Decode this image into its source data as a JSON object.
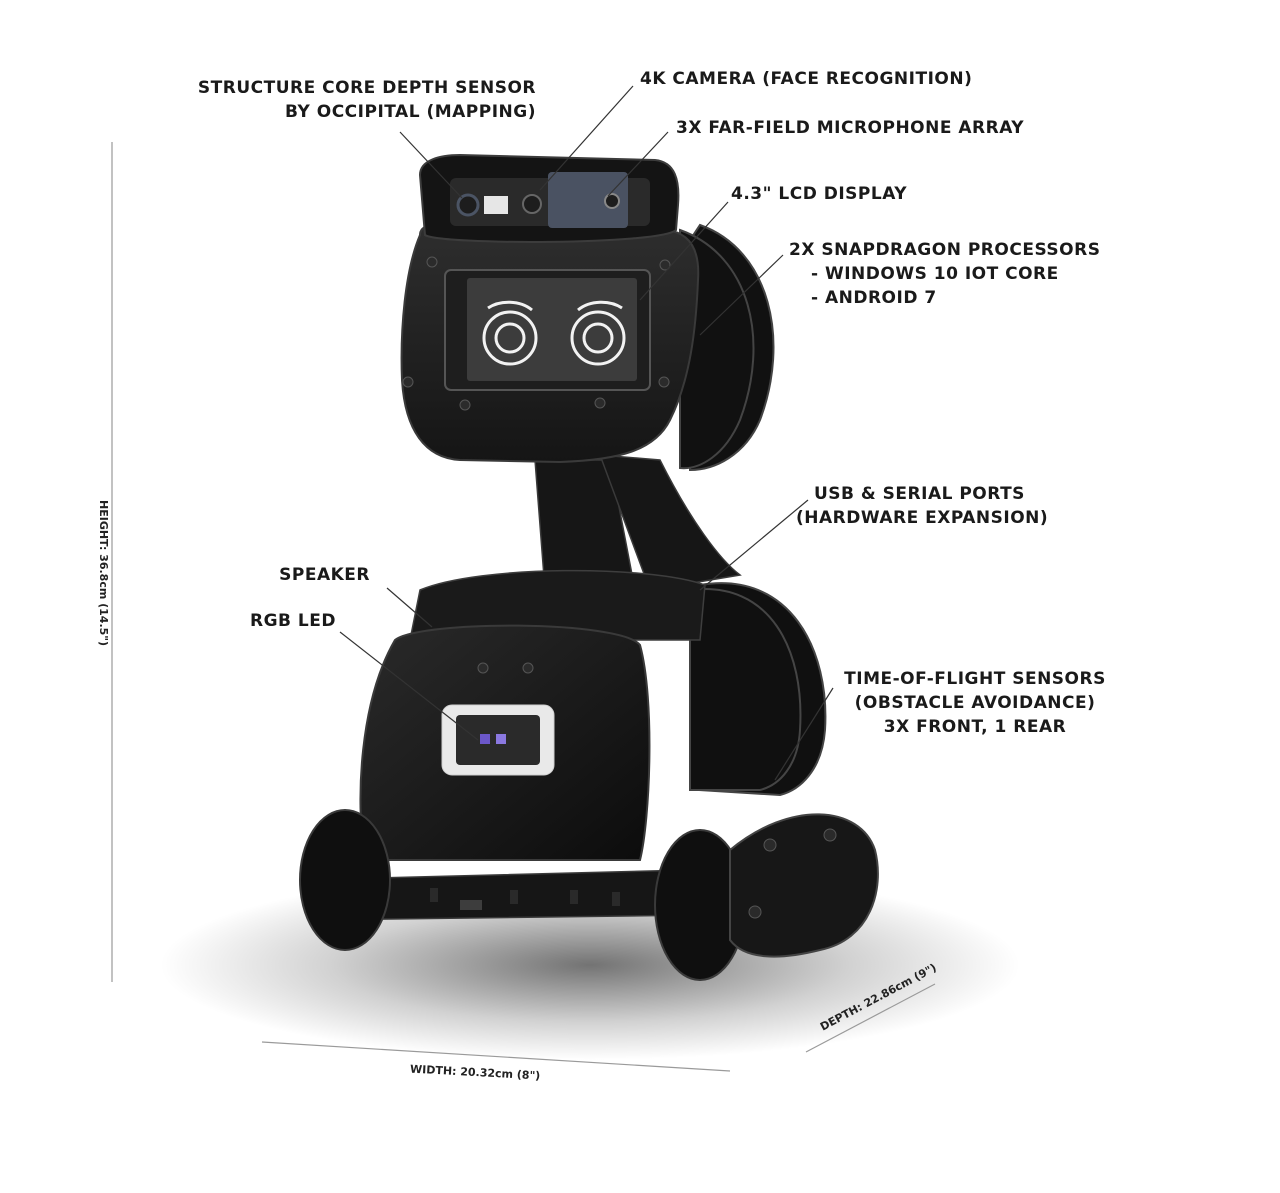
{
  "callouts": {
    "depth_sensor": [
      "STRUCTURE CORE DEPTH SENSOR",
      "BY OCCIPITAL (MAPPING)"
    ],
    "camera": [
      "4K CAMERA (FACE RECOGNITION)"
    ],
    "mic": [
      "3X FAR-FIELD MICROPHONE ARRAY"
    ],
    "lcd": [
      "4.3\" LCD DISPLAY"
    ],
    "processors": [
      "2X SNAPDRAGON PROCESSORS",
      "- WINDOWS 10 IOT CORE",
      "- ANDROID 7"
    ],
    "usb": [
      "USB & SERIAL PORTS",
      "(HARDWARE EXPANSION)"
    ],
    "speaker": [
      "SPEAKER"
    ],
    "rgb": [
      "RGB LED"
    ],
    "tof": [
      "TIME-OF-FLIGHT SENSORS",
      "(OBSTACLE AVOIDANCE)",
      "3X FRONT, 1 REAR"
    ]
  },
  "dimensions": {
    "height": "HEIGHT: 36.8cm (14.5\")",
    "width": "WIDTH: 20.32cm (8\")",
    "depth": "DEPTH: 22.86cm (9\")"
  },
  "colors": {
    "robot_body": "#141414",
    "robot_edge": "#3a3a3a",
    "screen": "#3c3c3c",
    "leader_line": "#333333",
    "dimension_line": "#9a9a9a"
  }
}
